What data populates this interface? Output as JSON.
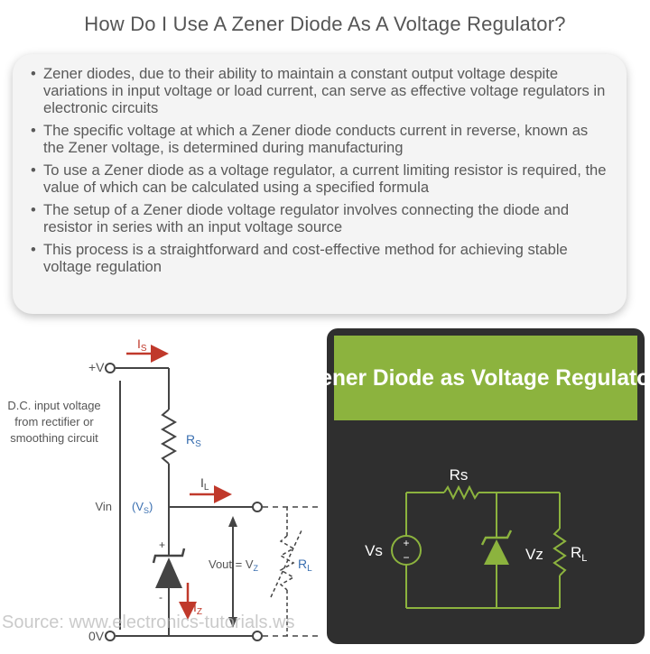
{
  "title": "How Do I Use A Zener Diode As A Voltage Regulator?",
  "bullets": [
    "Zener diodes, due to their ability to maintain a constant output voltage despite variations in input voltage or load current, can serve as effective voltage regulators in electronic circuits",
    "The specific voltage at which a Zener diode conducts current in reverse, known as the Zener voltage, is determined during manufacturing",
    "To use a Zener diode as a voltage regulator, a current limiting resistor is required, the value of which can be calculated using a specified formula",
    "The setup of a Zener diode voltage regulator involves connecting the diode and resistor in series with an input voltage source",
    "This process is a straightforward and cost-effective method for achieving stable voltage regulation"
  ],
  "left_circuit": {
    "input_caption_lines": [
      "D.C. input voltage",
      "from rectifier or",
      "smoothing circuit"
    ],
    "plus_v": "+V",
    "zero_v": "0V",
    "is_label": "I",
    "is_sub": "S",
    "il_label": "I",
    "il_sub": "L",
    "iz_label": "I",
    "iz_sub": "Z",
    "rs_label": "R",
    "rs_sub": "S",
    "rl_label": "R",
    "rl_sub": "L",
    "vin_label": "Vin",
    "vs_label": "V",
    "vs_sub": "S",
    "vout_label": "Vout = V",
    "vout_sub": "Z",
    "plus_sign": "+",
    "minus_sign": "-",
    "source_watermark": "Source: www.electronics-tutorials.ws",
    "colors": {
      "arrow": "#c0392b",
      "wire": "#444444",
      "label_blue": "#3a6fb0",
      "text": "#555555"
    }
  },
  "right_circuit": {
    "header": "Zener Diode as Voltage Regulator",
    "rs_label": "Rs",
    "vs_label": "Vs",
    "vz_label": "Vz",
    "rl_label": "R",
    "rl_sub": "L",
    "plus_sign": "+",
    "minus_sign": "−",
    "colors": {
      "header_bg": "#8cb33e",
      "panel_bg": "#2f2f2f",
      "wire": "#8cb33e",
      "text": "#ffffff"
    }
  }
}
